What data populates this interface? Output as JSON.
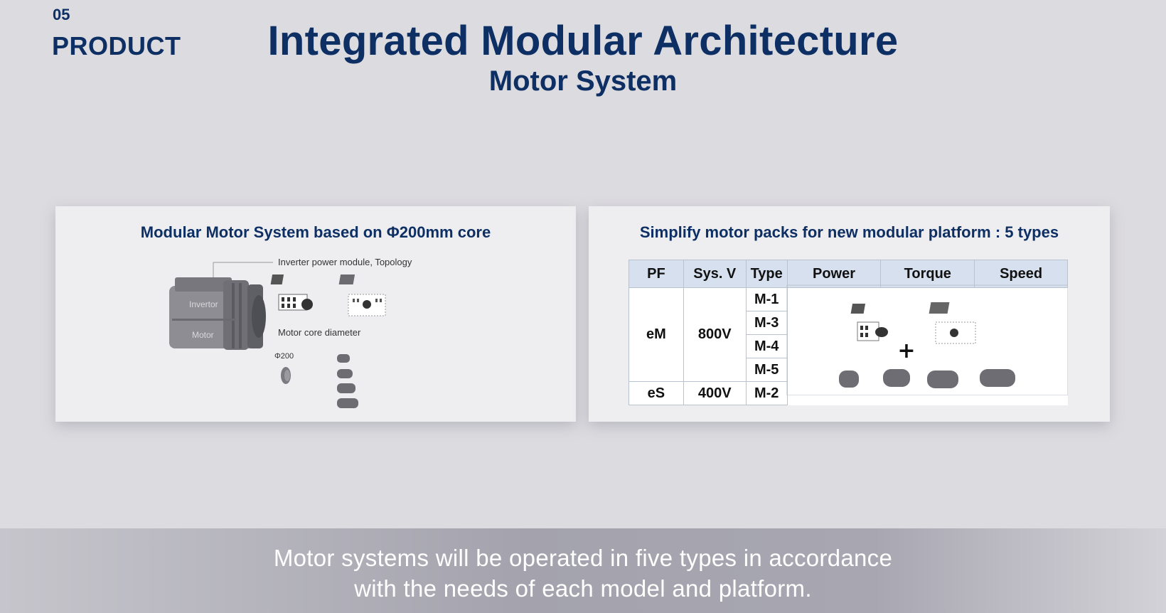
{
  "section": {
    "number": "05",
    "name": "PRODUCT"
  },
  "header": {
    "title": "Integrated Modular Architecture",
    "subtitle": "Motor System"
  },
  "left_card": {
    "title": "Modular Motor System based on Φ200mm core",
    "labels": {
      "inverter_power": "Inverter power module, Topology",
      "motor_core": "Motor core diameter",
      "phi": "Φ200",
      "invertor": "Invertor",
      "motor": "Motor"
    }
  },
  "right_card": {
    "title": "Simplify motor packs for new modular platform : 5 types",
    "table": {
      "headers": [
        "PF",
        "Sys. V",
        "Type",
        "Power",
        "Torque",
        "Speed"
      ],
      "em": {
        "pf": "eM",
        "sysv": "800V",
        "types": [
          "M-1",
          "M-3",
          "M-4",
          "M-5"
        ]
      },
      "es": {
        "pf": "eS",
        "sysv": "400V",
        "type": "M-2"
      },
      "plus": "+"
    }
  },
  "caption": {
    "line1": "Motor systems will be operated in five types in accordance",
    "line2": "with the needs of each model and platform."
  }
}
